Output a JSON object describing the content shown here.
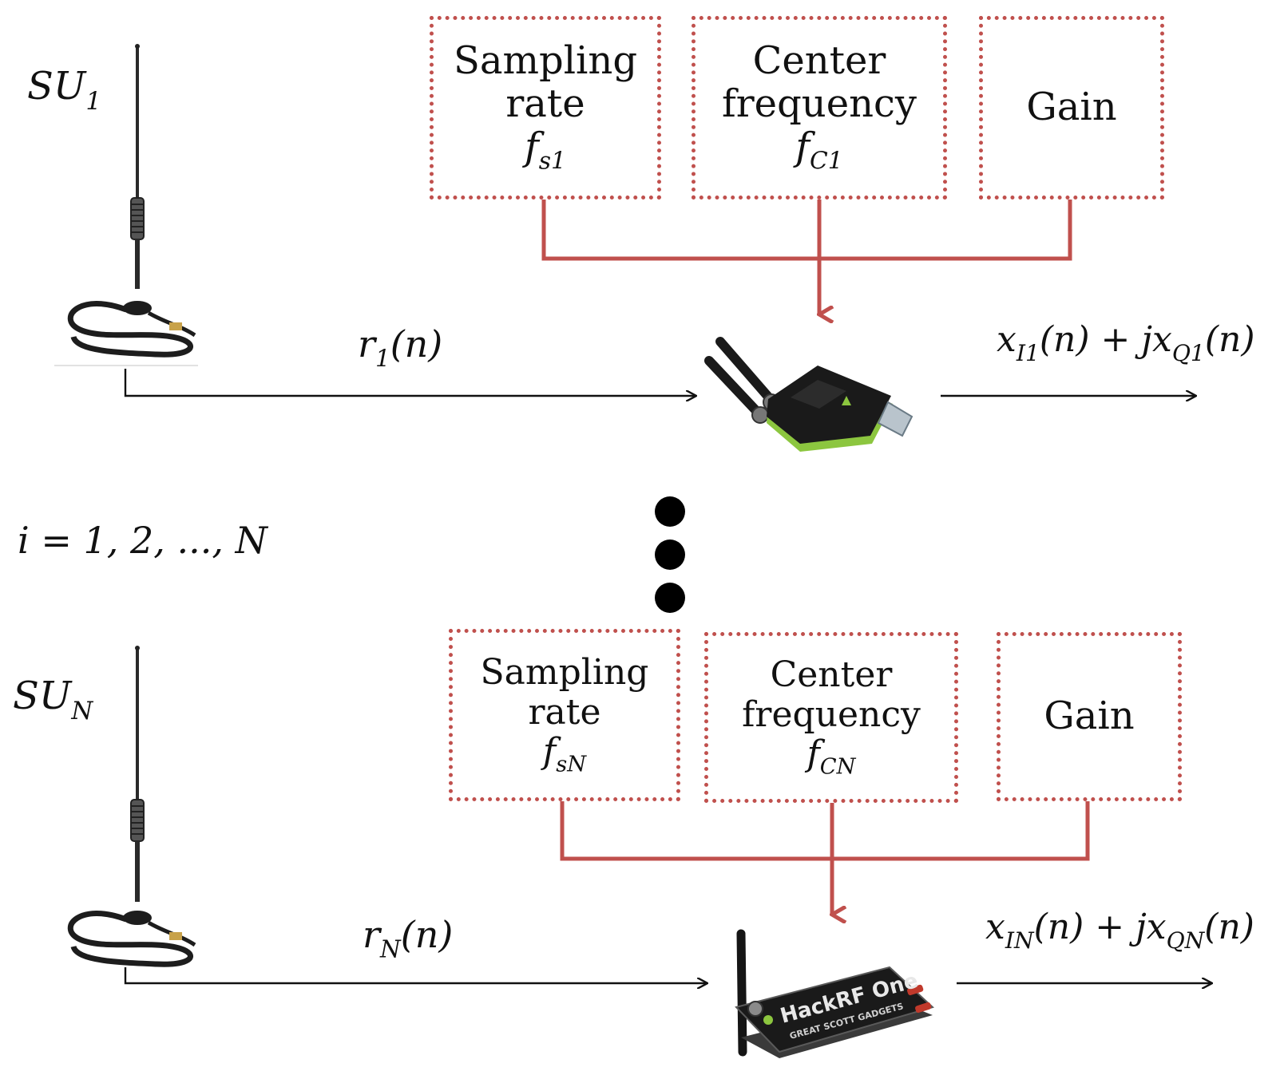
{
  "colors": {
    "param_border": "#c0504d",
    "arrow": "#111111",
    "feed": "#c0504d",
    "dongle_accent": "#8cc63f"
  },
  "icons": [
    "antenna-icon",
    "rtl-sdr-dongle-icon",
    "hackrf-one-icon"
  ],
  "branch1": {
    "user": {
      "main": "SU",
      "sub": "1"
    },
    "boxes": {
      "sampling": {
        "line1": "Sampling",
        "line2": "rate",
        "sym": "f",
        "sub": "s1"
      },
      "center": {
        "line1": "Center",
        "line2": "frequency",
        "sym": "f",
        "sub": "C1"
      },
      "gain": {
        "line1": "Gain"
      }
    },
    "input_signal": {
      "main": "r",
      "sub": "1",
      "arg": "(n)"
    },
    "output_signal": {
      "a": "x",
      "a_sub": "I1",
      "mid": "(n) + jx",
      "b_sub": "Q1",
      "end": "(n)"
    }
  },
  "index_label": "i = 1, 2, ..., N",
  "branchN": {
    "user": {
      "main": "SU",
      "sub": "N"
    },
    "boxes": {
      "sampling": {
        "line1": "Sampling",
        "line2": "rate",
        "sym": "f",
        "sub": "sN"
      },
      "center": {
        "line1": "Center",
        "line2": "frequency",
        "sym": "f",
        "sub": "CN"
      },
      "gain": {
        "line1": "Gain"
      }
    },
    "input_signal": {
      "main": "r",
      "sub": "N",
      "arg": "(n)"
    },
    "output_signal": {
      "a": "x",
      "a_sub": "IN",
      "mid": "(n) + jx",
      "b_sub": "QN",
      "end": "(n)"
    },
    "device_print": {
      "line1": "HackRF One",
      "line2": "GREAT SCOTT GADGETS"
    }
  }
}
